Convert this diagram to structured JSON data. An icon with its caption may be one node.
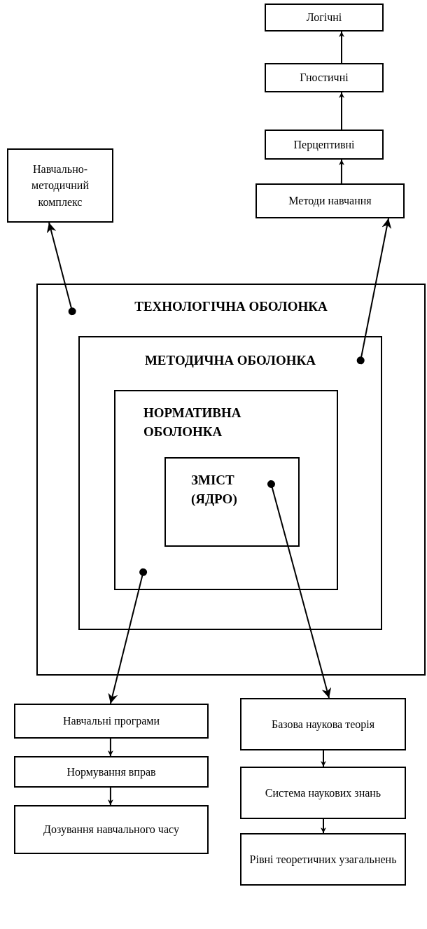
{
  "diagram": {
    "nodes": [
      {
        "text": [
          "ТЕХНОЛОГІЧНА ОБОЛОНКА"
        ]
      },
      {
        "text": [
          "МЕТОДИЧНА ОБОЛОНКА"
        ],
        "in": 0
      },
      {
        "text": [
          "НОРМАТИВНА ОБОЛОНКА"
        ],
        "in": 1
      },
      {
        "text": [
          "ЗМІСТ (ЯДРО)"
        ],
        "in": 2
      },
      {
        "text": [
          "Навчально-методичний комплекс"
        ]
      },
      {
        "text": [
          "Методи навчання"
        ]
      },
      {
        "text": [
          "Перцептивні"
        ]
      },
      {
        "text": [
          "Гностичні"
        ]
      },
      {
        "text": [
          "Логічні"
        ]
      },
      {
        "text": [
          "Навчальні програми"
        ]
      },
      {
        "text": [
          "Нормування вправ"
        ]
      },
      {
        "text": [
          "Дозування навчального часу"
        ]
      },
      {
        "text": [
          "Базова наукова теорія"
        ]
      },
      {
        "text": [
          "Система наукових знань"
        ]
      },
      {
        "text": [
          "Рівні теоретичних узагальнень"
        ]
      }
    ],
    "edges": [
      {
        "from": 0,
        "to": 4,
        "arrow": "to"
      },
      {
        "from": 1,
        "to": 5,
        "arrow": "to"
      },
      {
        "from": 5,
        "to": 6,
        "arrow": "to"
      },
      {
        "from": 6,
        "to": 7,
        "arrow": "to"
      },
      {
        "from": 7,
        "to": 8,
        "arrow": "to"
      },
      {
        "from": 2,
        "to": 9,
        "arrow": "to"
      },
      {
        "from": 9,
        "to": 10,
        "arrow": "to"
      },
      {
        "from": 10,
        "to": 11,
        "arrow": "to"
      },
      {
        "from": 3,
        "to": 12,
        "arrow": "to"
      },
      {
        "from": 12,
        "to": 13,
        "arrow": "to"
      },
      {
        "from": 13,
        "to": 14,
        "arrow": "to"
      }
    ]
  }
}
